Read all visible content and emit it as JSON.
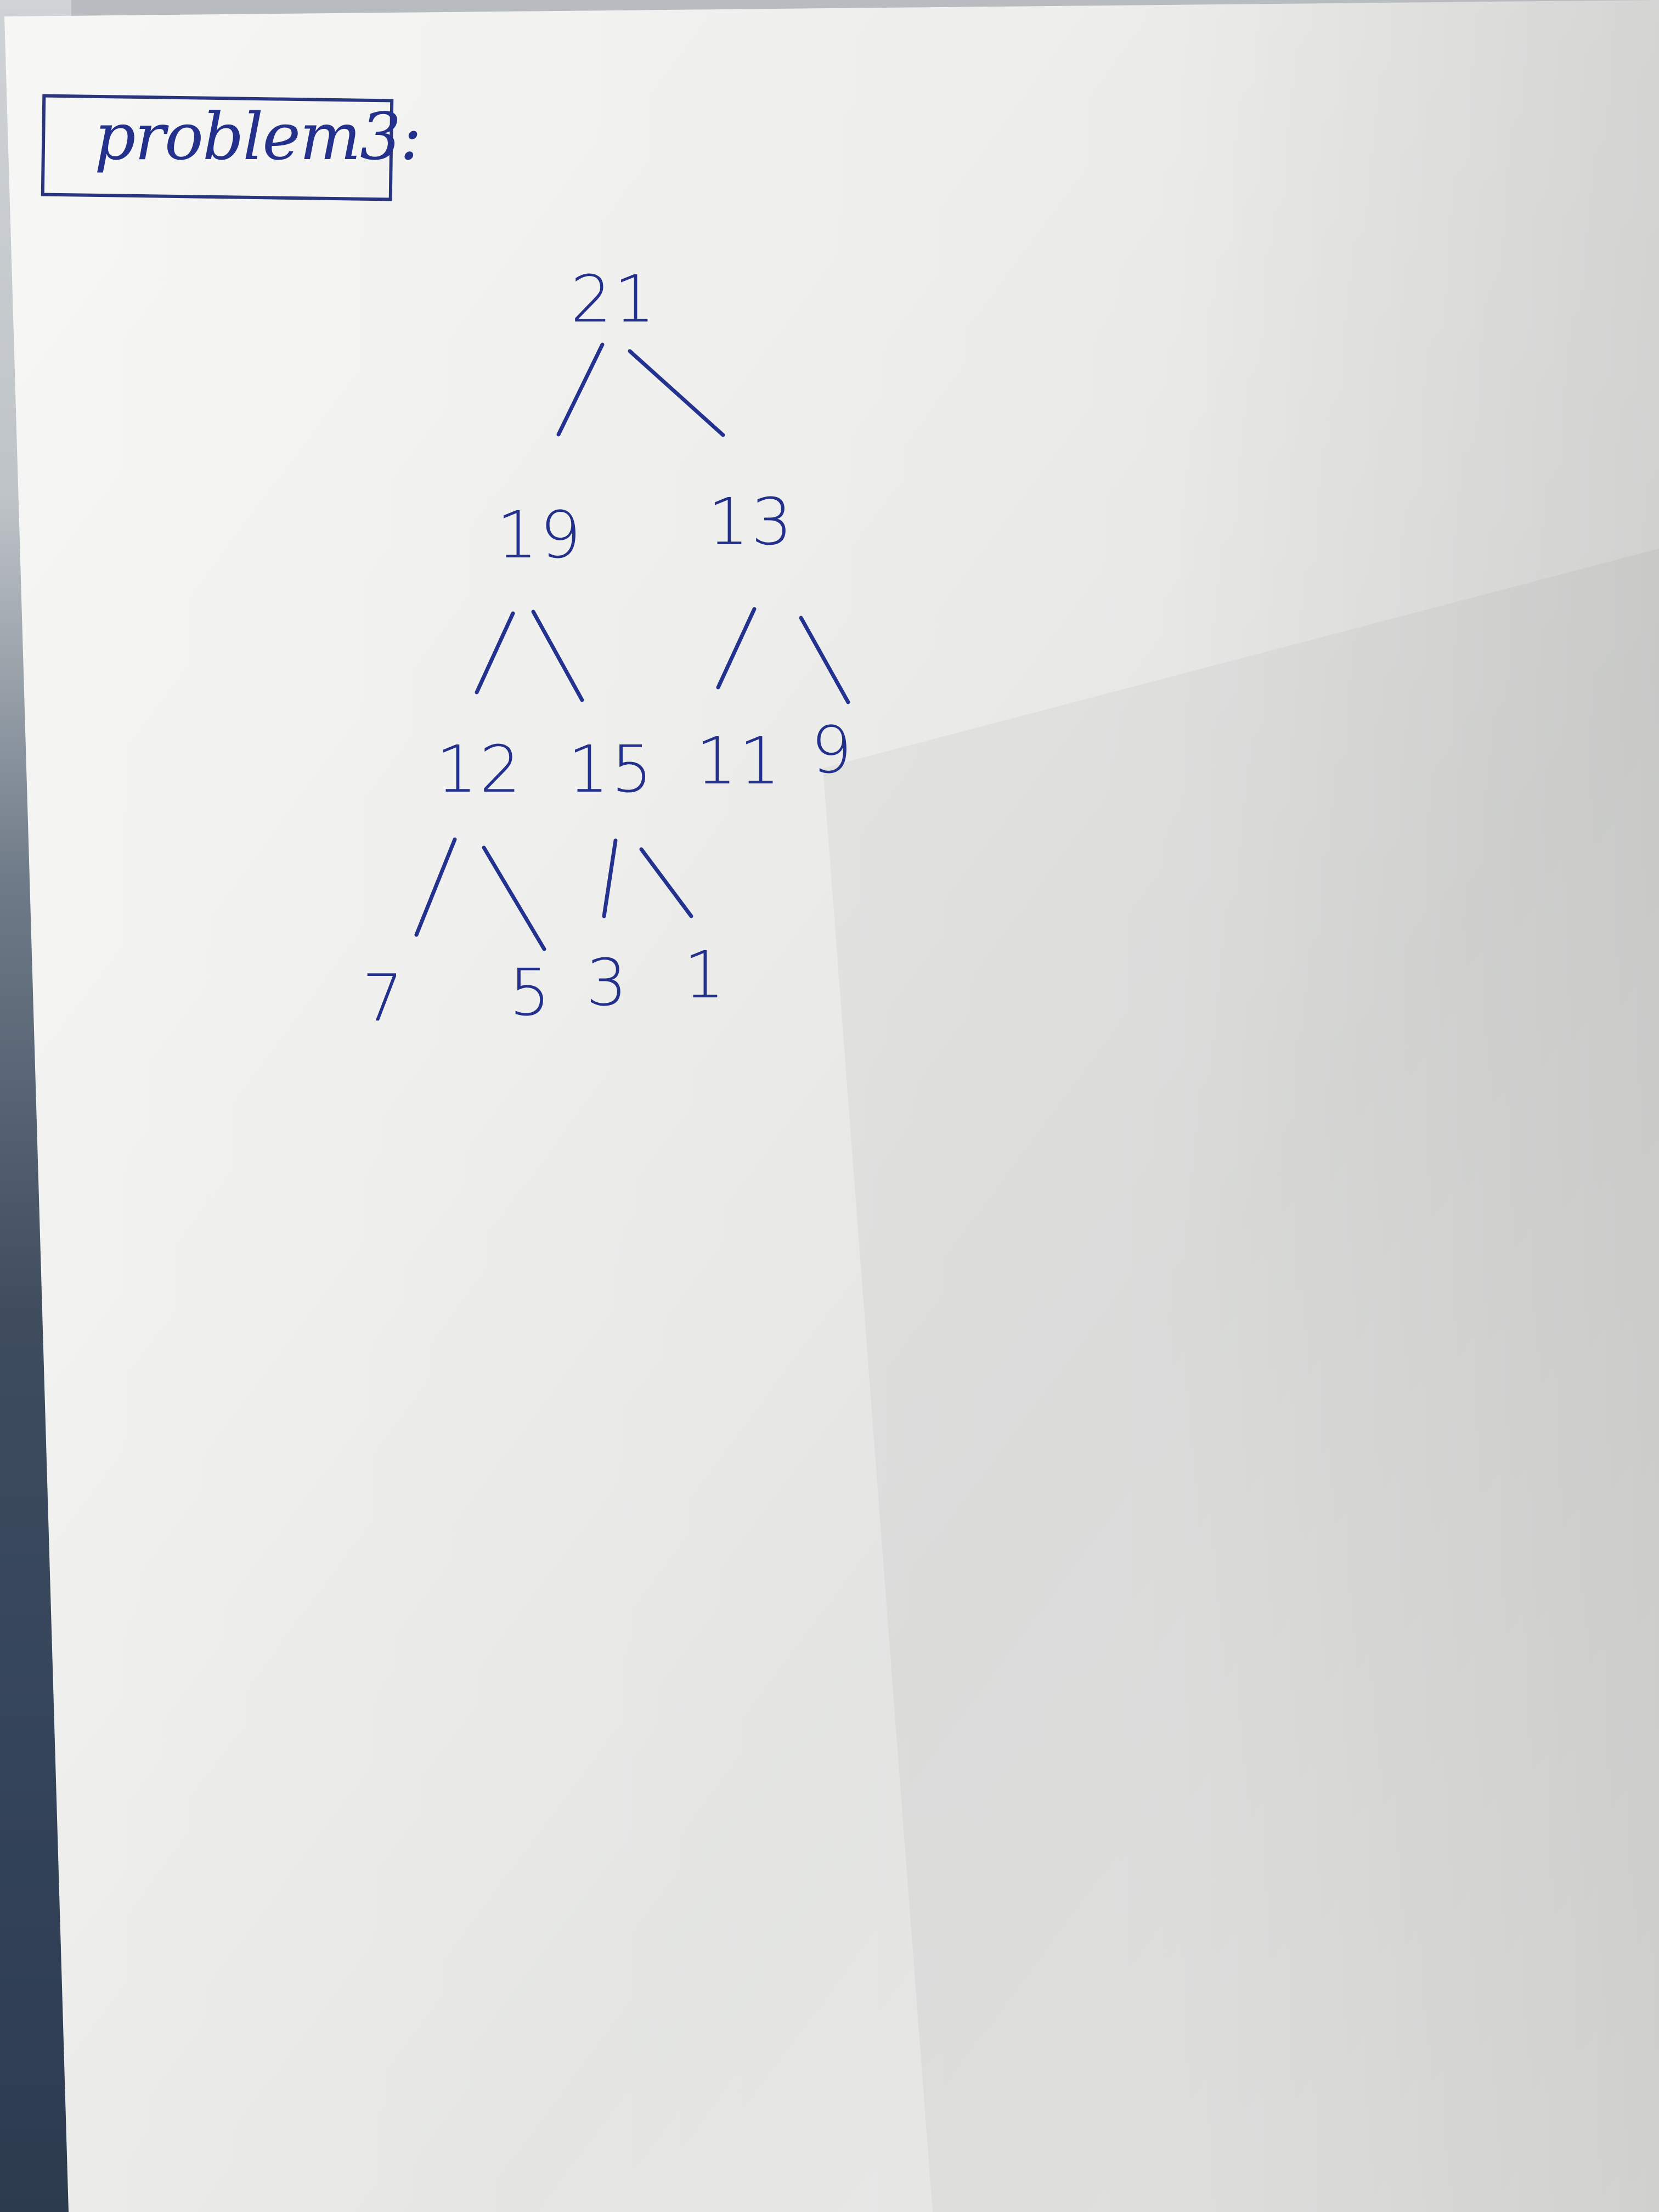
{
  "heading": "problem3:",
  "tree": {
    "root": "21",
    "level1": [
      "19",
      "13"
    ],
    "level2": [
      "12",
      "15",
      "11",
      "9"
    ],
    "level3": [
      "7",
      "5",
      "3",
      "1"
    ]
  },
  "colors": {
    "ink": "#24328f",
    "paper": "#f3f3f1",
    "background": "#3e4c5e"
  }
}
